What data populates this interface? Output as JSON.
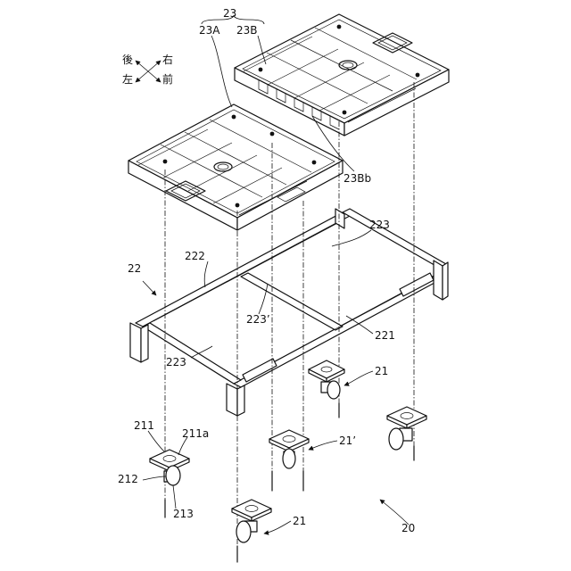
{
  "figure": {
    "direction_compass": {
      "back": "後",
      "right": "右",
      "left": "左",
      "front": "前"
    },
    "labels": {
      "tray_assembly": "23",
      "tray_a": "23A",
      "tray_b": "23B",
      "tray_b_recess": "23Bb",
      "frame": "22",
      "frame_long_member": "222",
      "frame_cross_top": "223",
      "frame_cross_mid": "223’",
      "frame_cross_bottom": "223",
      "frame_side_member": "221",
      "caster_right_rear": "21",
      "caster_middle": "21’",
      "caster_front": "21",
      "caster_mount_plate": "211",
      "caster_plate_hole": "211a",
      "caster_wheel": "212",
      "caster_bolt": "213",
      "cart_assembly": "20"
    }
  }
}
